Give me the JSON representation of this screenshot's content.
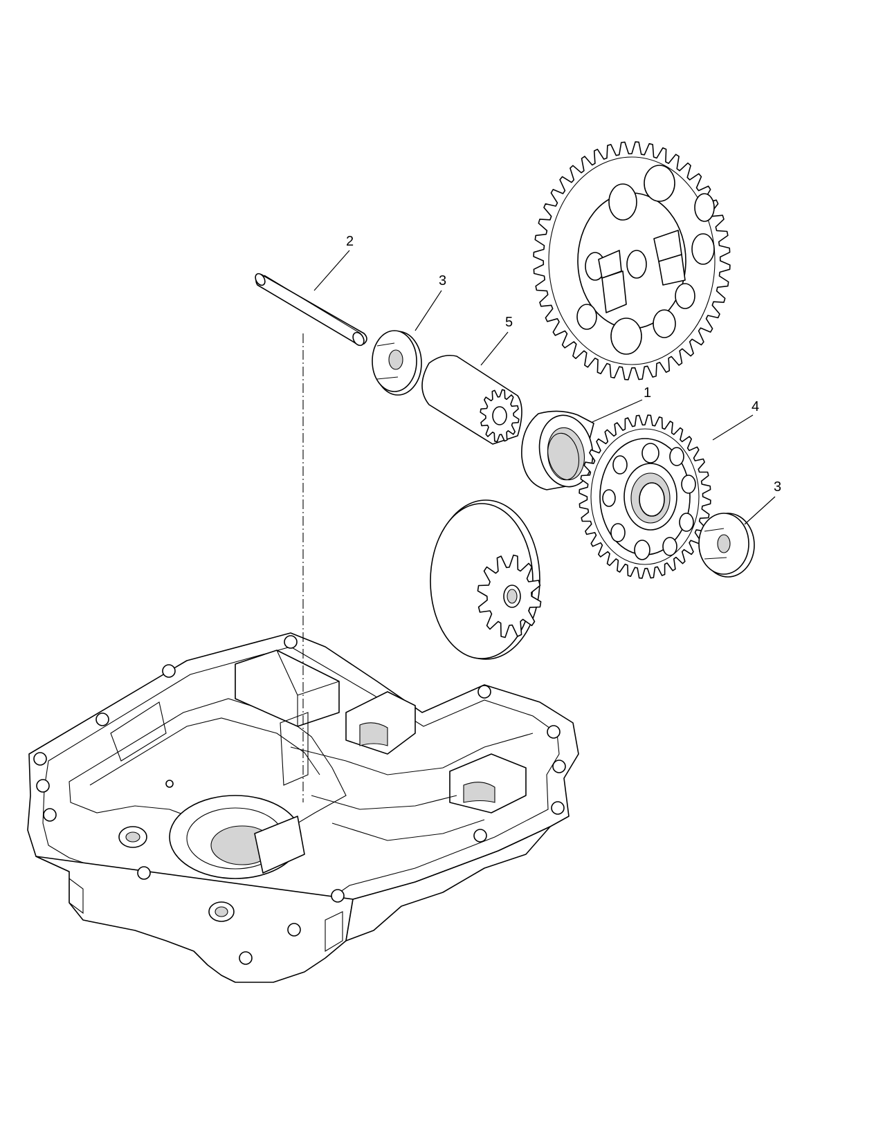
{
  "diagram": {
    "callouts": [
      {
        "id": "pin",
        "label": "2"
      },
      {
        "id": "washer-left",
        "label": "3"
      },
      {
        "id": "pinion",
        "label": "5"
      },
      {
        "id": "bushing",
        "label": "1"
      },
      {
        "id": "gear-small",
        "label": "4"
      },
      {
        "id": "washer-right",
        "label": "3"
      }
    ]
  }
}
